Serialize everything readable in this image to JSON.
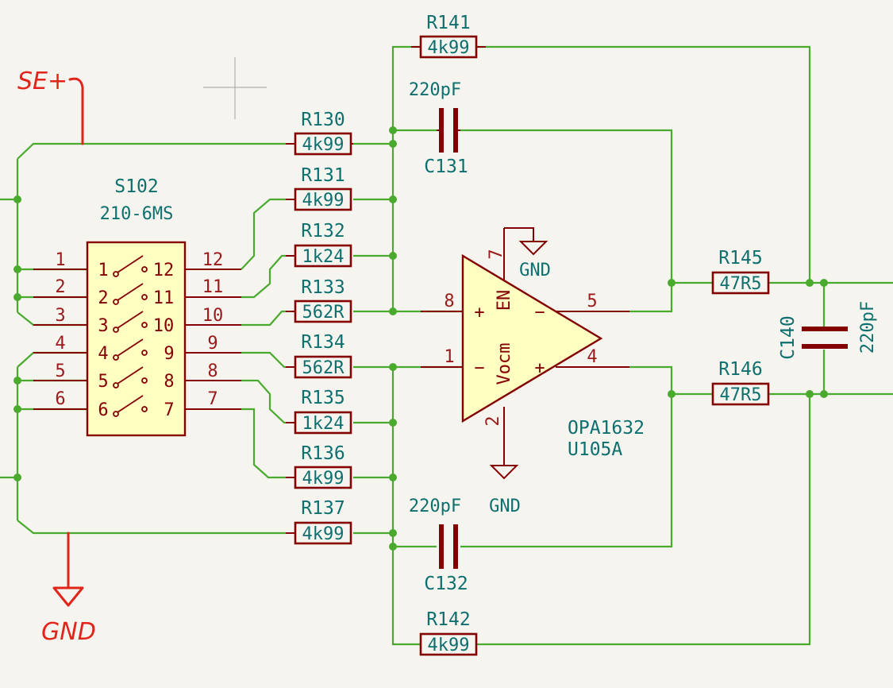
{
  "resistors": [
    {
      "ref": "R141",
      "value": "4k99"
    },
    {
      "ref": "R130",
      "value": "4k99"
    },
    {
      "ref": "R131",
      "value": "4k99"
    },
    {
      "ref": "R132",
      "value": "1k24"
    },
    {
      "ref": "R133",
      "value": "562R"
    },
    {
      "ref": "R134",
      "value": "562R"
    },
    {
      "ref": "R135",
      "value": "1k24"
    },
    {
      "ref": "R136",
      "value": "4k99"
    },
    {
      "ref": "R137",
      "value": "4k99"
    },
    {
      "ref": "R142",
      "value": "4k99"
    },
    {
      "ref": "R145",
      "value": "47R5"
    },
    {
      "ref": "R146",
      "value": "47R5"
    }
  ],
  "capacitors": [
    {
      "ref": "C131",
      "value": "220pF"
    },
    {
      "ref": "C132",
      "value": "220pF"
    },
    {
      "ref": "C140",
      "value": "220pF"
    }
  ],
  "switch": {
    "ref": "S102",
    "value": "210-6MS",
    "left_pins": [
      "1",
      "2",
      "3",
      "4",
      "5",
      "6"
    ],
    "right_pins": [
      "12",
      "11",
      "10",
      "9",
      "8",
      "7"
    ]
  },
  "opamp": {
    "part": "OPA1632",
    "ref": "U105A",
    "plus": "+",
    "minus": "−",
    "en": "EN",
    "vocm": "Vocm",
    "pin_plus_in": "8",
    "pin_minus_in": "1",
    "pin_out_neg": "5",
    "pin_out_pos": "4",
    "pin_en": "7",
    "pin_vocm": "2"
  },
  "power": {
    "gnd_top": "GND",
    "gnd_bottom": "GND"
  },
  "annotations": {
    "se_plus": "SE+",
    "gnd": "GND"
  }
}
